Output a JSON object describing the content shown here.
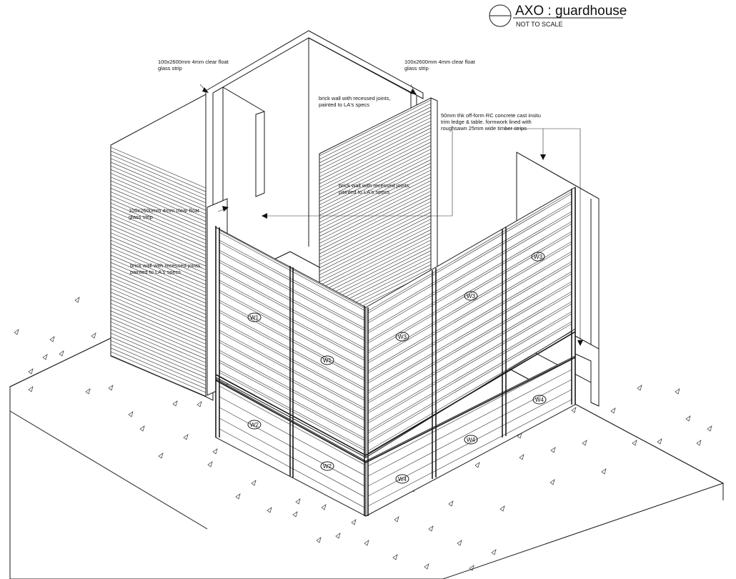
{
  "title": {
    "main": "AXO : guardhouse",
    "sub": "NOT TO SCALE"
  },
  "notes": {
    "glass_left": [
      "100x2600mm 4mm clear float",
      "glass strip"
    ],
    "glass_right": [
      "100x2600mm 4mm clear float",
      "glass strip"
    ],
    "glass_mid": [
      "100x2600mm 4mm clear float",
      "glass strip"
    ],
    "brick_top": [
      "brick wall with recessed joints,",
      "painted to LA's specs"
    ],
    "brick_center": [
      "brick wall with recessed joints,",
      "painted to LA's specs"
    ],
    "brick_left": [
      "brick wall with recessed joints,",
      "painted to LA's specs"
    ],
    "concrete": [
      "50mm thk off-form RC concrete cast insitu",
      "trim ledge & table. formwork lined with",
      "roughsawn 25mm wide timber strips"
    ]
  },
  "window_tags": {
    "w1_a": "W1",
    "w1_b": "W1",
    "w2_a": "W2",
    "w2_b": "W2",
    "w3_a": "W3",
    "w3_b": "W3",
    "w3_c": "W3",
    "w4_a": "W4",
    "w4_b": "W4",
    "w4_c": "W4"
  }
}
